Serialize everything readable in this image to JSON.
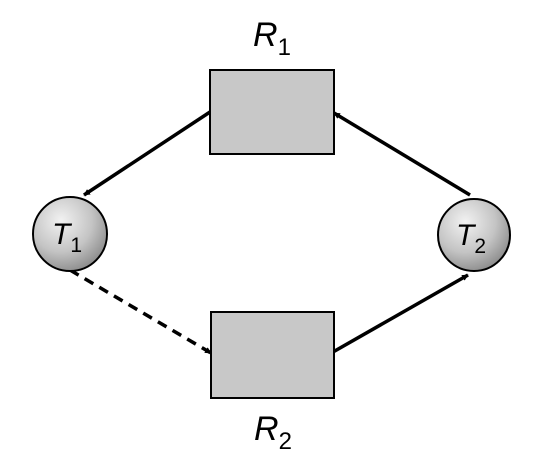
{
  "resources": [
    {
      "id": "r1",
      "label": "R",
      "subscript": "1"
    },
    {
      "id": "r2",
      "label": "R",
      "subscript": "2"
    }
  ],
  "threads": [
    {
      "id": "t1",
      "label": "T",
      "subscript": "1"
    },
    {
      "id": "t2",
      "label": "T",
      "subscript": "2"
    }
  ],
  "edges": [
    {
      "from": "r1",
      "to": "t1",
      "style": "solid"
    },
    {
      "from": "t1",
      "to": "r2",
      "style": "dashed"
    },
    {
      "from": "r2",
      "to": "t2",
      "style": "solid"
    },
    {
      "from": "t2",
      "to": "r1",
      "style": "solid"
    }
  ],
  "colors": {
    "resource_fill": "#c8c8c8",
    "node_stroke": "#000000",
    "thread_fill_light": "#f2f2f2",
    "thread_fill_dark": "#8f8f8f",
    "edge": "#000000"
  }
}
